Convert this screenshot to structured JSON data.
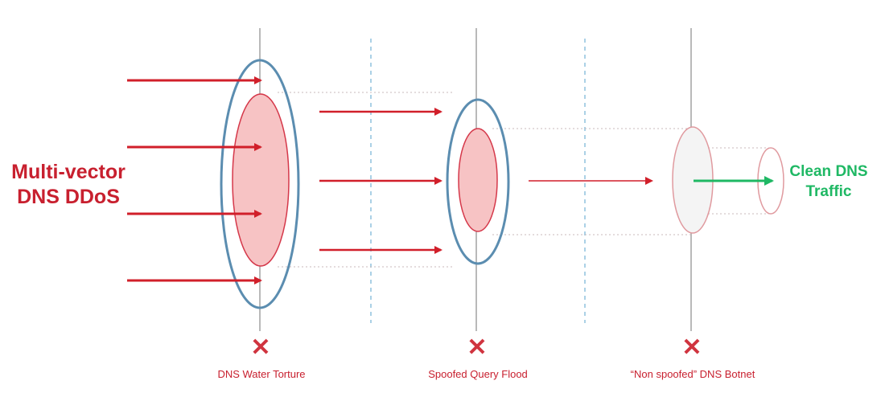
{
  "diagram": {
    "source_label": [
      "Multi-vector",
      "DNS DDoS"
    ],
    "output_label": [
      "Clean DNS",
      "Traffic"
    ],
    "stages": [
      {
        "name": "DNS Water Torture",
        "mark": "✕"
      },
      {
        "name": "Spoofed Query Flood",
        "mark": "✕"
      },
      {
        "name": "“Non spoofed” DNS Botnet",
        "mark": "✕"
      }
    ],
    "colors": {
      "attack": "#c8202f",
      "clean": "#1fb864",
      "filter_outer": "#5b8db0",
      "filter_inner_fill": "#f7c3c4",
      "dashed_divider": "#8fc2de"
    }
  }
}
